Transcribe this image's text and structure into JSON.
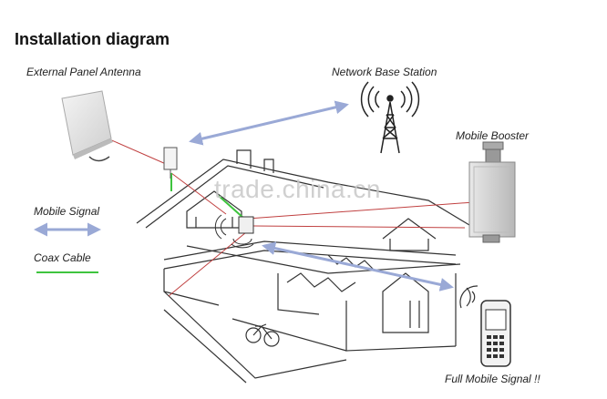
{
  "title": "Installation diagram",
  "labels": {
    "external_antenna": "External Panel Antenna",
    "base_station": "Network Base Station",
    "mobile_booster": "Mobile Booster",
    "mobile_signal": "Mobile Signal",
    "coax_cable": "Coax Cable",
    "full_signal": "Full Mobile Signal !!"
  },
  "watermark": "trade.china.cn",
  "colors": {
    "signal_arrow": "#9aa9d6",
    "coax_cable": "#3ec43e",
    "cable_red": "#c04040",
    "line": "#333333"
  },
  "icons": [
    "panel-antenna",
    "cell-tower",
    "booster-device",
    "mobile-phone",
    "house-cutaway",
    "bicycle"
  ]
}
